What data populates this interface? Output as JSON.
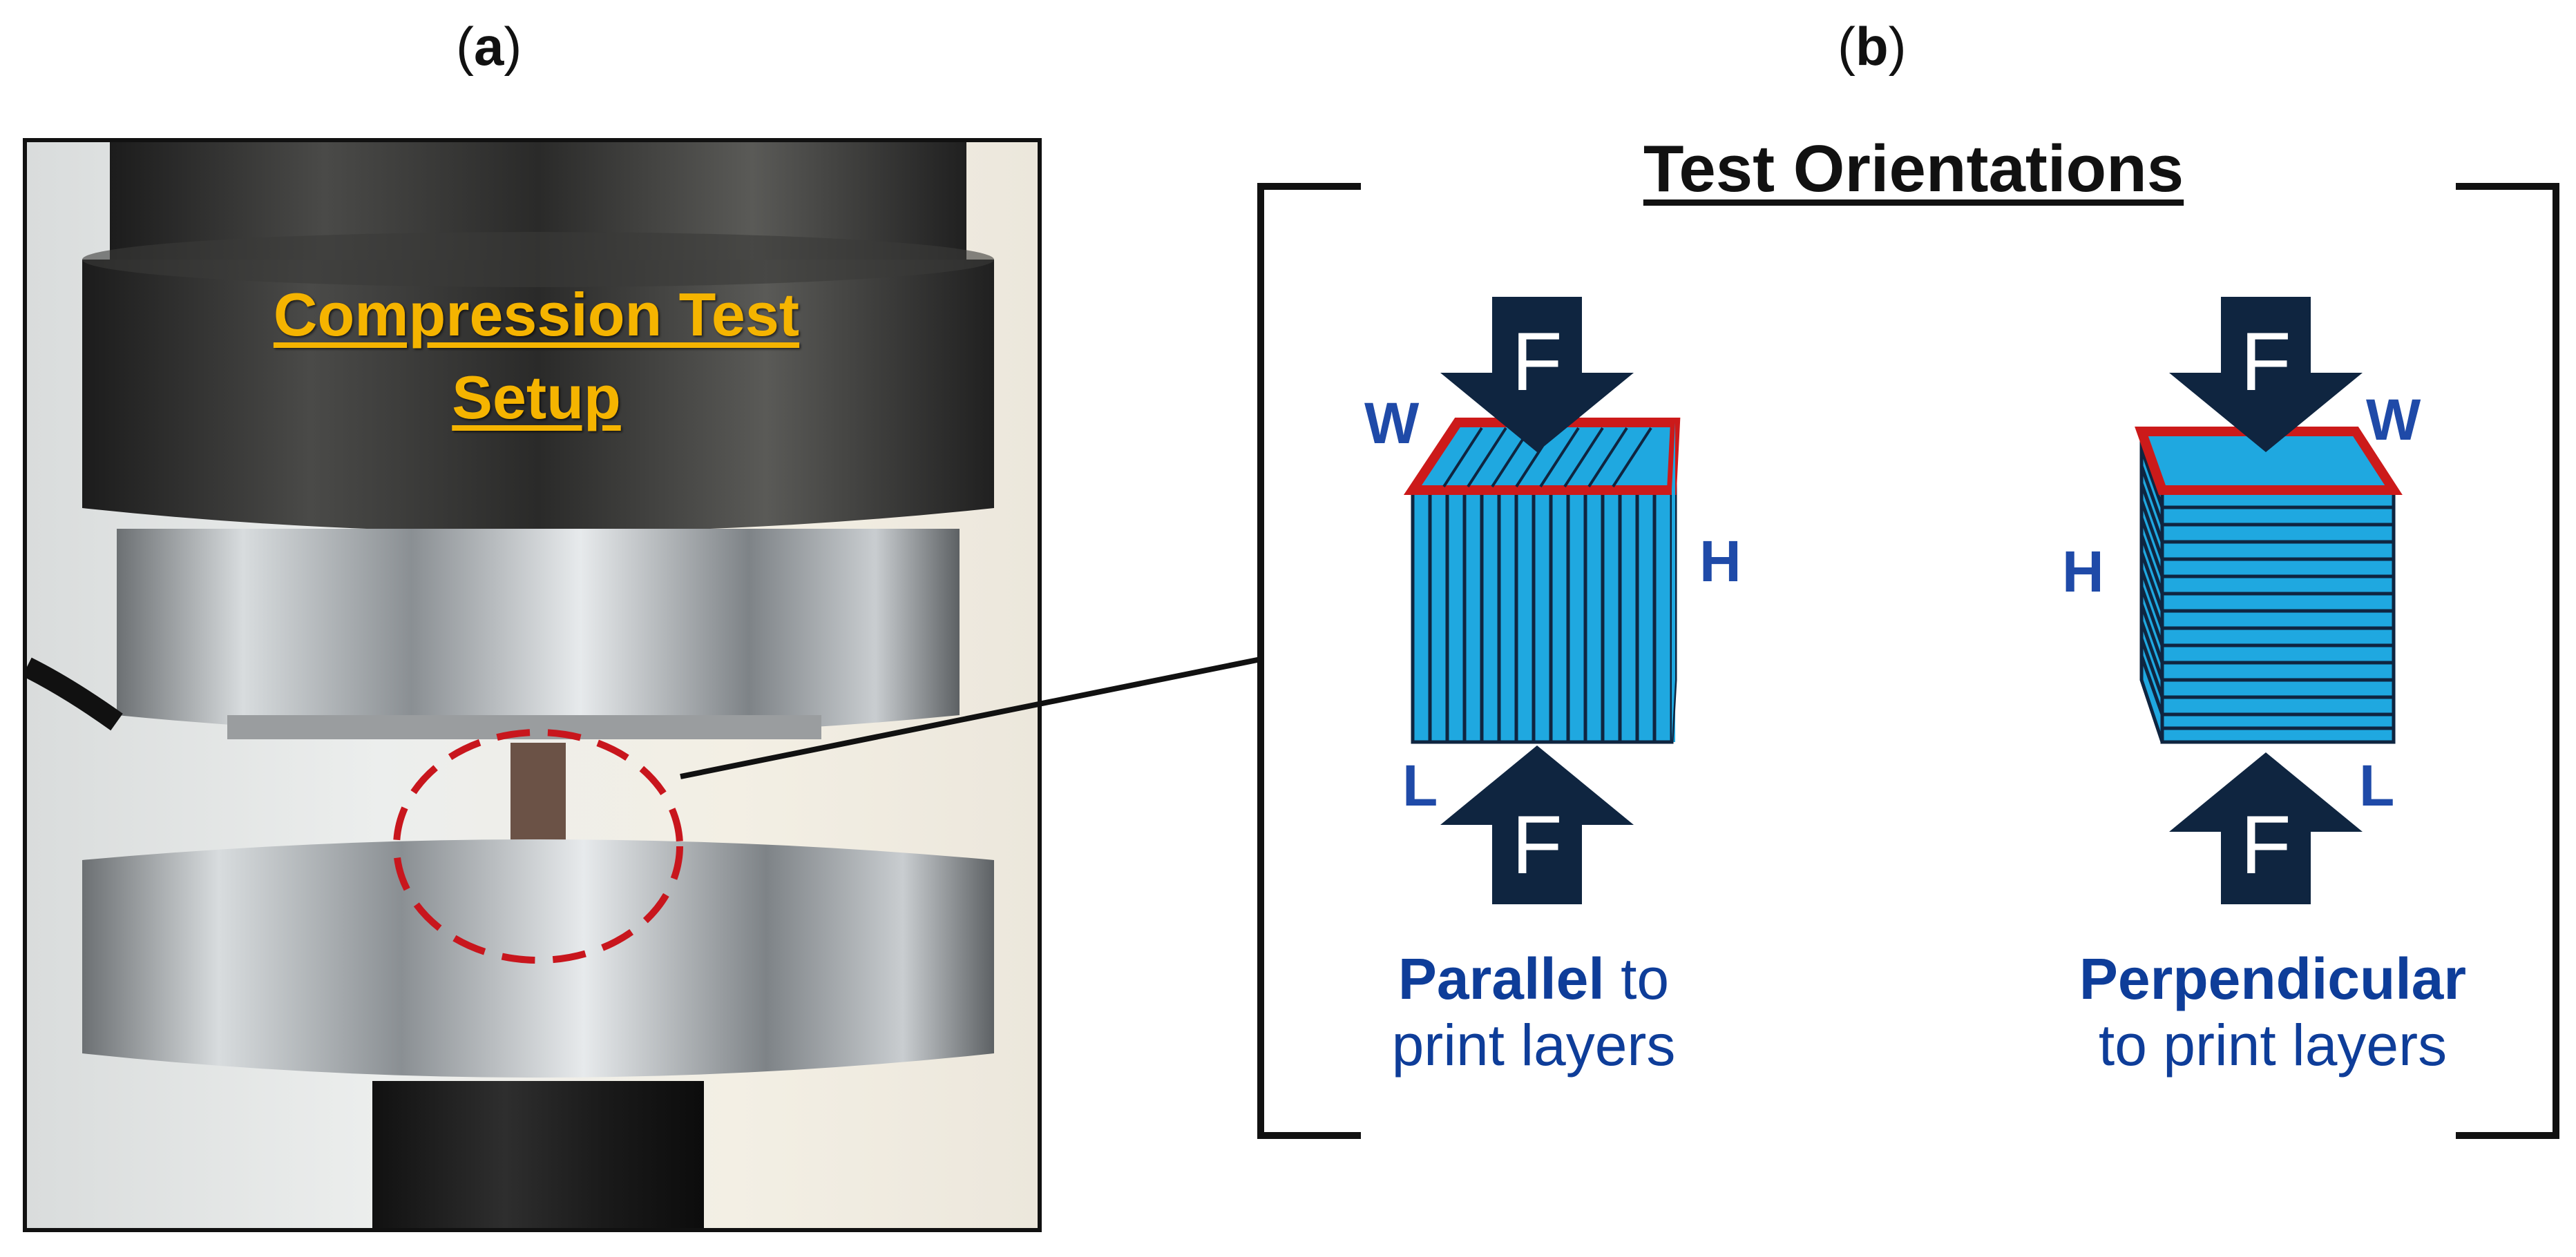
{
  "panel_a": {
    "label_prefix": "(",
    "label_letter": "a",
    "label_suffix": ")",
    "title_line1": "Compression Test",
    "title_line2": "Setup"
  },
  "panel_b": {
    "label_prefix": "(",
    "label_letter": "b",
    "label_suffix": ")",
    "title": "Test Orientations",
    "parallel": {
      "bold_word": "Parallel",
      "rest_line1": " to",
      "line2": "print layers",
      "force_label": "F",
      "width_label": "W",
      "height_label": "H",
      "length_label": "L"
    },
    "perpendicular": {
      "bold_word": "Perpendicular",
      "line2": "to print layers",
      "force_label": "F",
      "width_label": "W",
      "height_label": "H",
      "length_label": "L"
    }
  },
  "colors": {
    "title_gold": "#f5b400",
    "face_red": "#cc1a1a",
    "block_blue": "#1fa8e0",
    "arrow_navy": "#0f2540",
    "caption_blue": "#0e3d99"
  }
}
